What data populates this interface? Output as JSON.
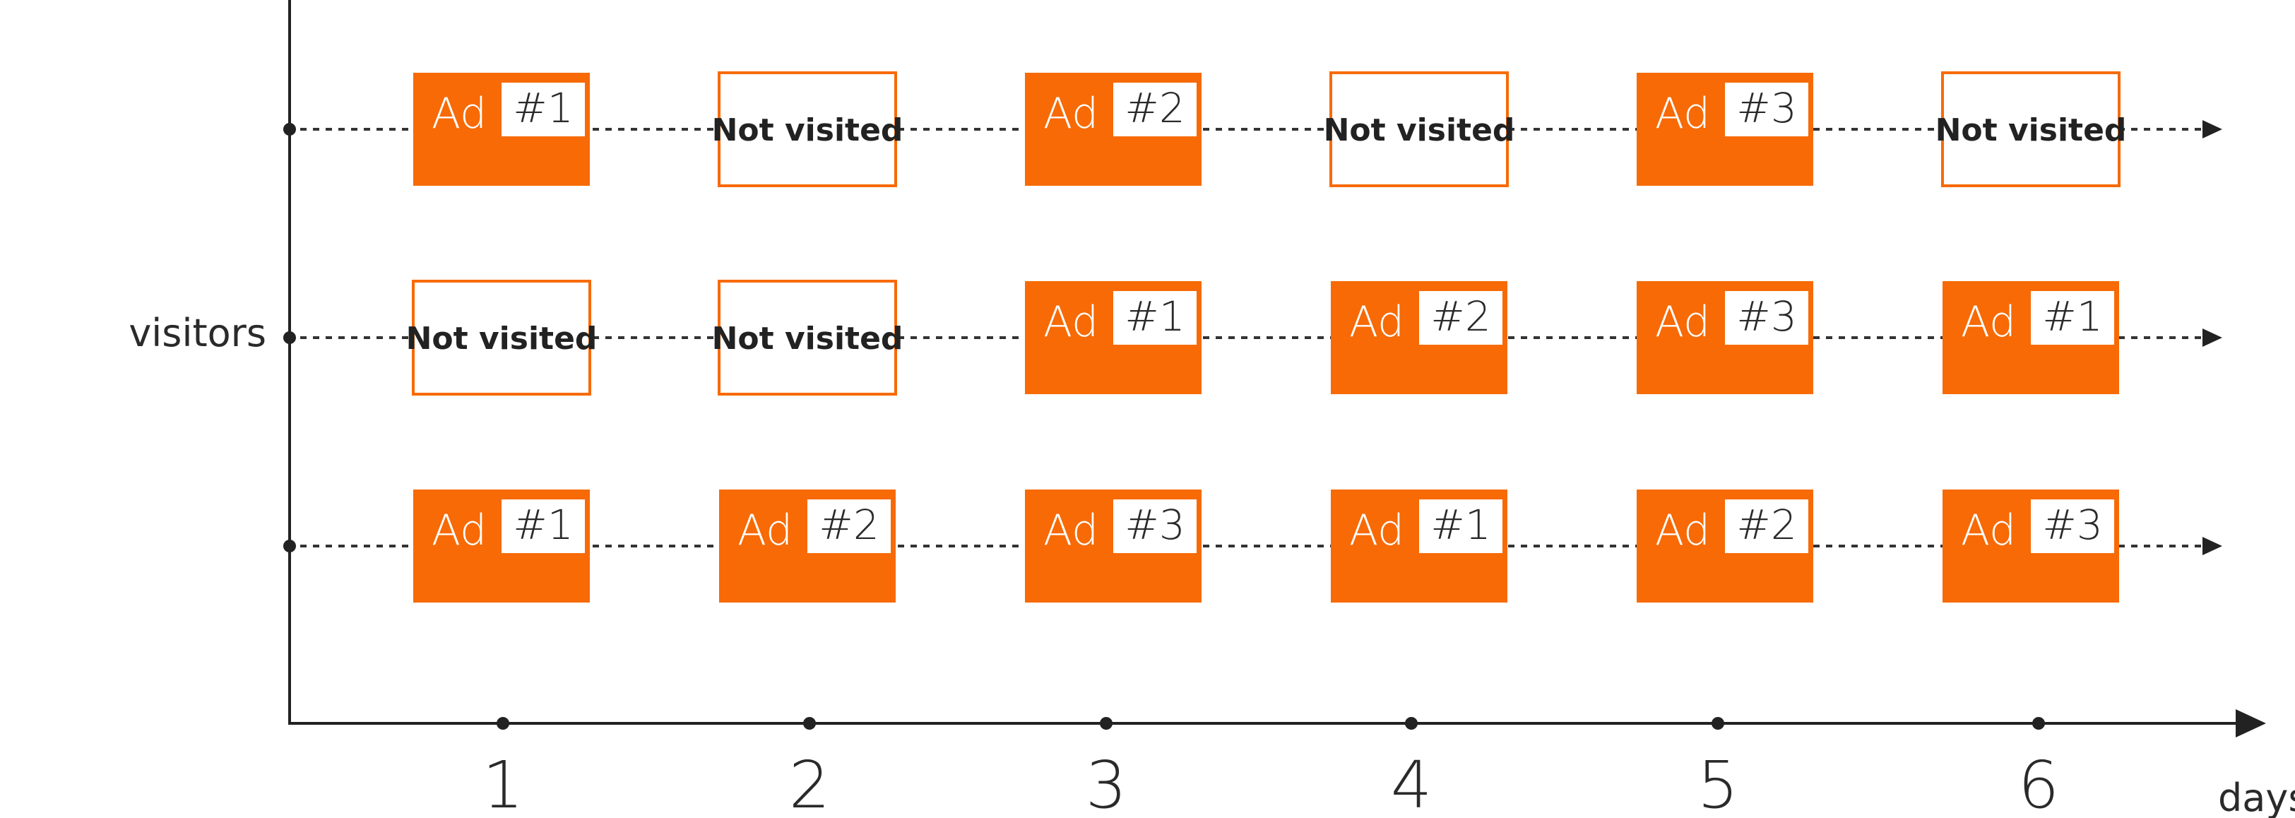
{
  "axes": {
    "y_label": "visitors",
    "x_label": "days",
    "x_ticks": [
      "1",
      "2",
      "3",
      "4",
      "5",
      "6"
    ]
  },
  "ad_word": "Ad",
  "not_visited_label": "Not visited",
  "rows": [
    {
      "cells": [
        {
          "type": "ad",
          "num": "#1"
        },
        {
          "type": "not_visited"
        },
        {
          "type": "ad",
          "num": "#2"
        },
        {
          "type": "not_visited"
        },
        {
          "type": "ad",
          "num": "#3"
        },
        {
          "type": "not_visited"
        }
      ]
    },
    {
      "cells": [
        {
          "type": "not_visited"
        },
        {
          "type": "not_visited"
        },
        {
          "type": "ad",
          "num": "#1"
        },
        {
          "type": "ad",
          "num": "#2"
        },
        {
          "type": "ad",
          "num": "#3"
        },
        {
          "type": "ad",
          "num": "#1"
        }
      ]
    },
    {
      "cells": [
        {
          "type": "ad",
          "num": "#1"
        },
        {
          "type": "ad",
          "num": "#2"
        },
        {
          "type": "ad",
          "num": "#3"
        },
        {
          "type": "ad",
          "num": "#1"
        },
        {
          "type": "ad",
          "num": "#2"
        },
        {
          "type": "ad",
          "num": "#3"
        }
      ]
    }
  ],
  "colors": {
    "accent": "#f76a05",
    "axis": "#222222",
    "background": "#ffffff"
  }
}
